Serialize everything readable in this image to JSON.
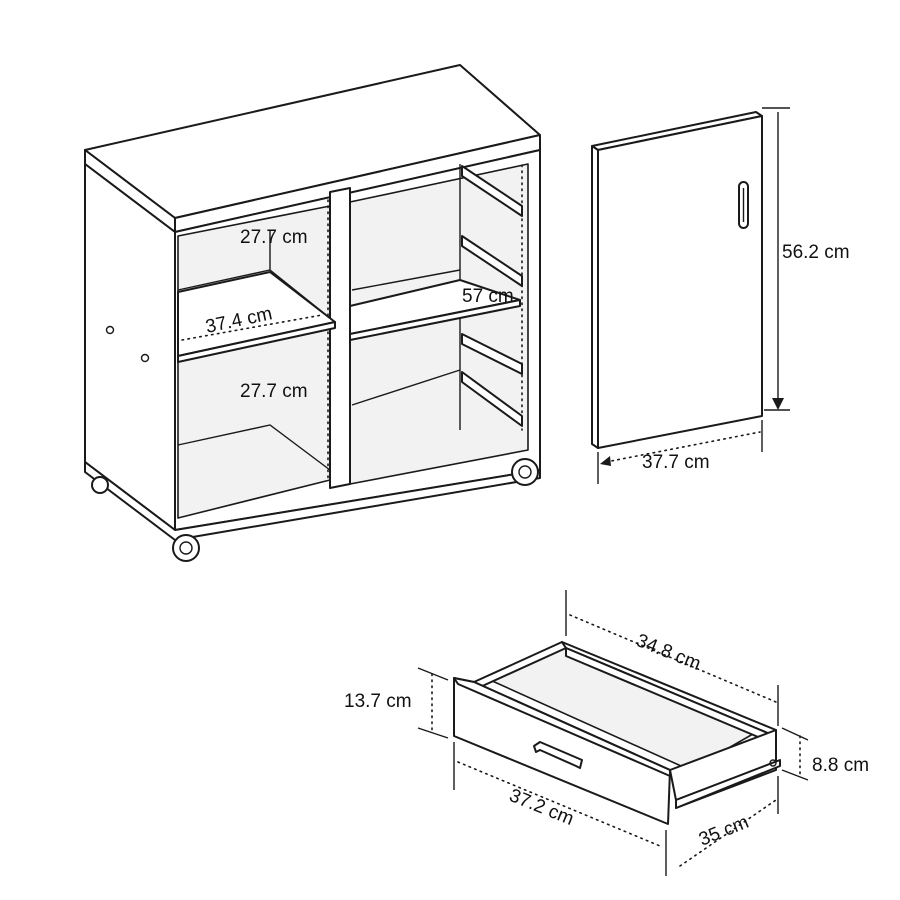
{
  "cabinet": {
    "upper_compartment_height": "27.7 cm",
    "shelf_width": "37.4 cm",
    "drawer_slide_depth": "57 cm",
    "lower_compartment_height": "27.7 cm"
  },
  "door": {
    "height": "56.2 cm",
    "width": "37.7 cm"
  },
  "drawer": {
    "inner_length": "34.8 cm",
    "front_height": "13.7 cm",
    "side_height": "8.8 cm",
    "front_width": "37.2 cm",
    "depth": "35 cm"
  }
}
